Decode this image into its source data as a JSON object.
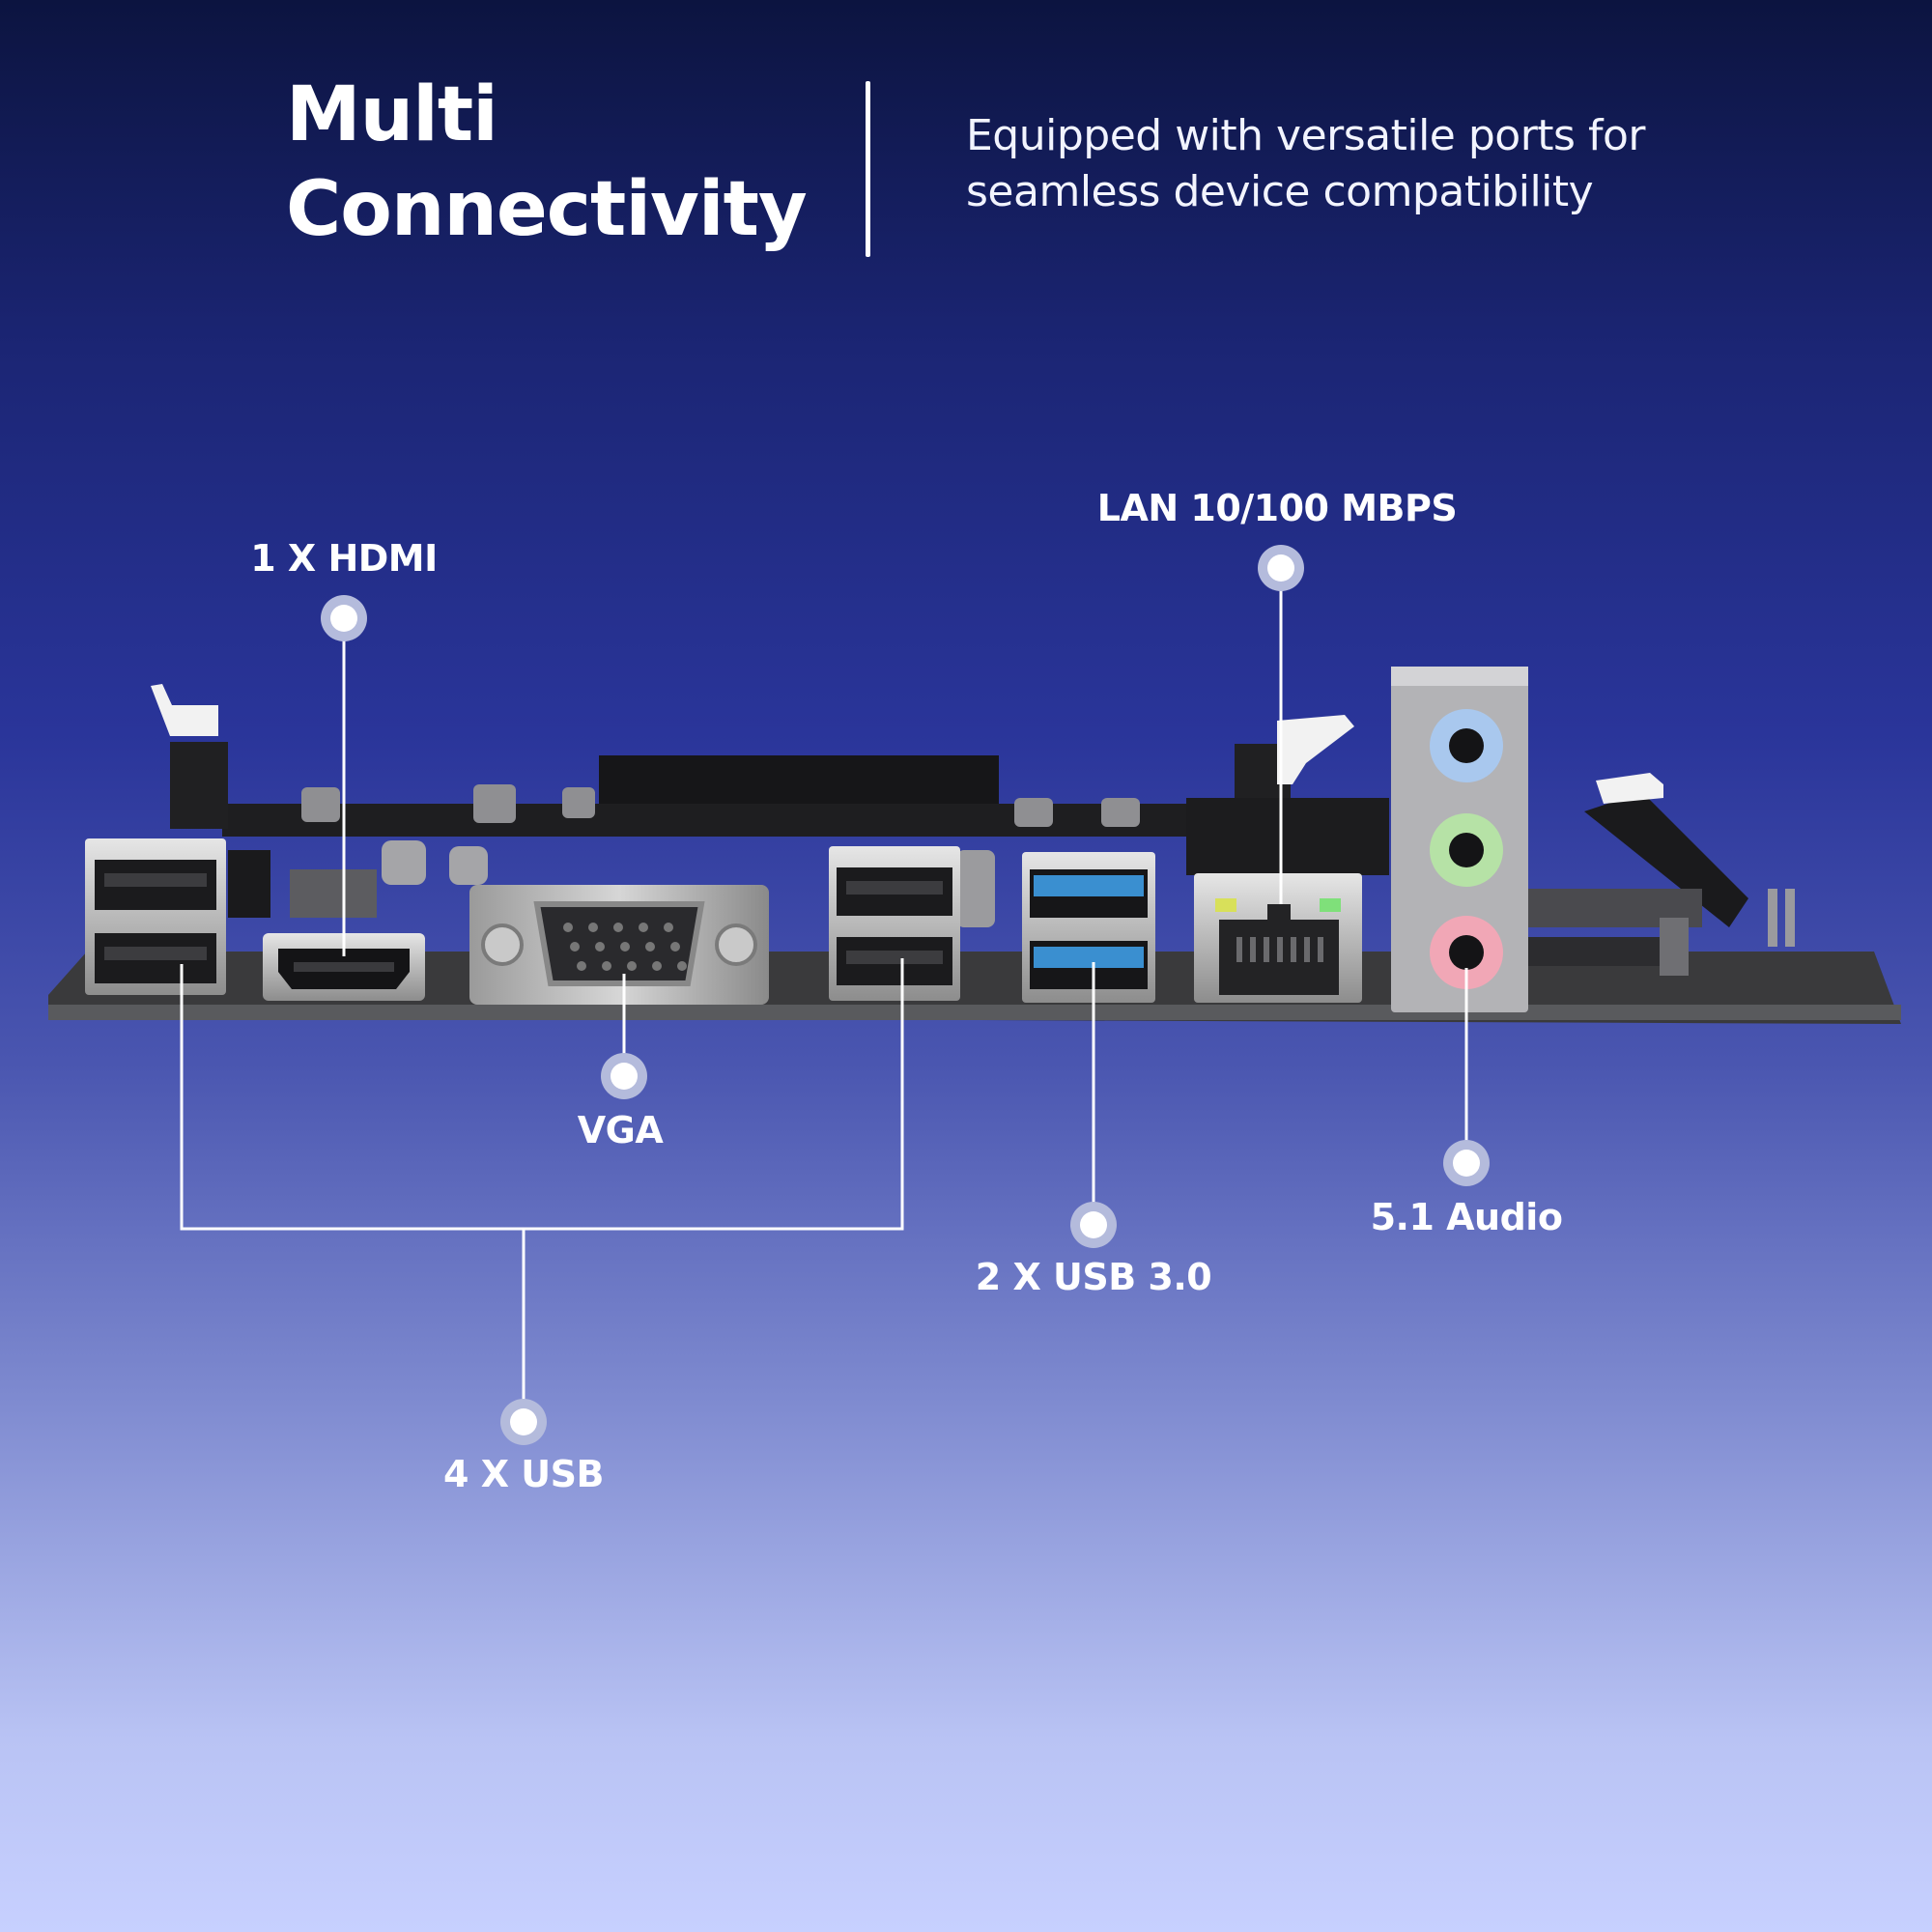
{
  "header": {
    "title_line1": "Multi",
    "title_line2": "Connectivity",
    "subtitle_line1": "Equipped with versatile ports for",
    "subtitle_line2": "seamless device compatibility"
  },
  "callouts": {
    "hdmi": "1 X HDMI",
    "lan": "LAN 10/100 MBPS",
    "vga": "VGA",
    "usb3": "2 X USB 3.0",
    "audio": "5.1 Audio",
    "usb": "4 X USB"
  },
  "colors": {
    "usb3_port": "#3a8fd0",
    "audio_blue": "#a9c8ee",
    "audio_green": "#b6e2a6",
    "audio_pink": "#f1a7b6",
    "lan_led_yellow": "#d8e05a",
    "lan_led_green": "#7fe07a"
  }
}
